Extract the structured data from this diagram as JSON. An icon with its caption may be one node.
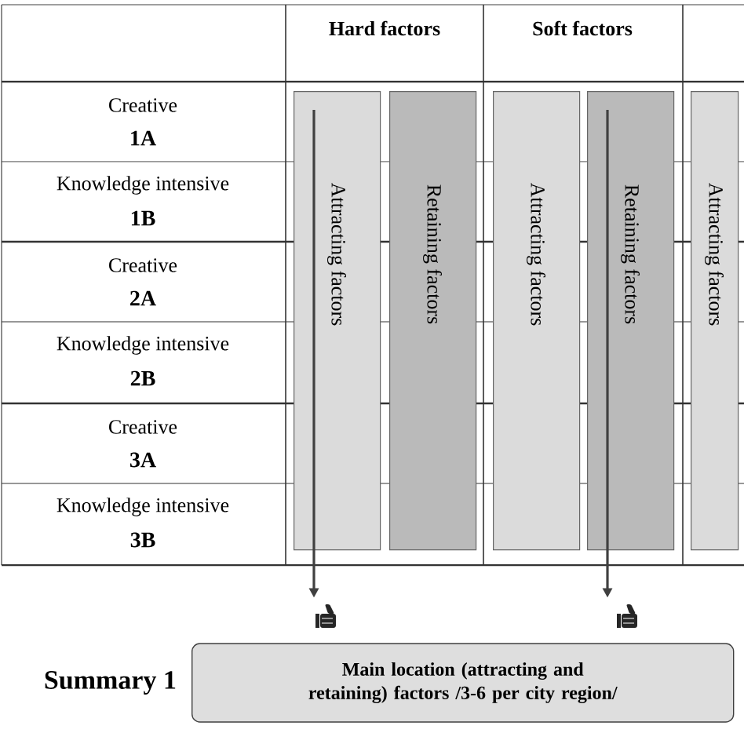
{
  "diagram": {
    "nodes": [
      {
        "text": [
          "Attracting factors"
        ]
      },
      {
        "text": [
          "Retaining factors"
        ]
      },
      {
        "text": [
          "Attracting factors"
        ]
      },
      {
        "text": [
          "Retaining factors"
        ]
      },
      {
        "text": [
          "Attracting factors"
        ]
      },
      {
        "text": [],
        "shape": "hand"
      },
      {
        "text": [],
        "shape": "hand"
      },
      {
        "text": [
          "Main location (attracting and retaining) factors /3-6 per city region/"
        ],
        "beside": [
          "Summary 1"
        ]
      }
    ],
    "edges": [
      {
        "from": 0,
        "to": 5,
        "arrow": "to"
      },
      {
        "from": 3,
        "to": 6,
        "arrow": "to"
      }
    ],
    "labels": [
      "Hard factors",
      "Soft factors",
      "Creative",
      "1A",
      "Knowledge intensive",
      "1B",
      "Creative",
      "2A",
      "Knowledge intensive",
      "2B",
      "Creative",
      "3A",
      "Knowledge intensive",
      "3B"
    ]
  }
}
